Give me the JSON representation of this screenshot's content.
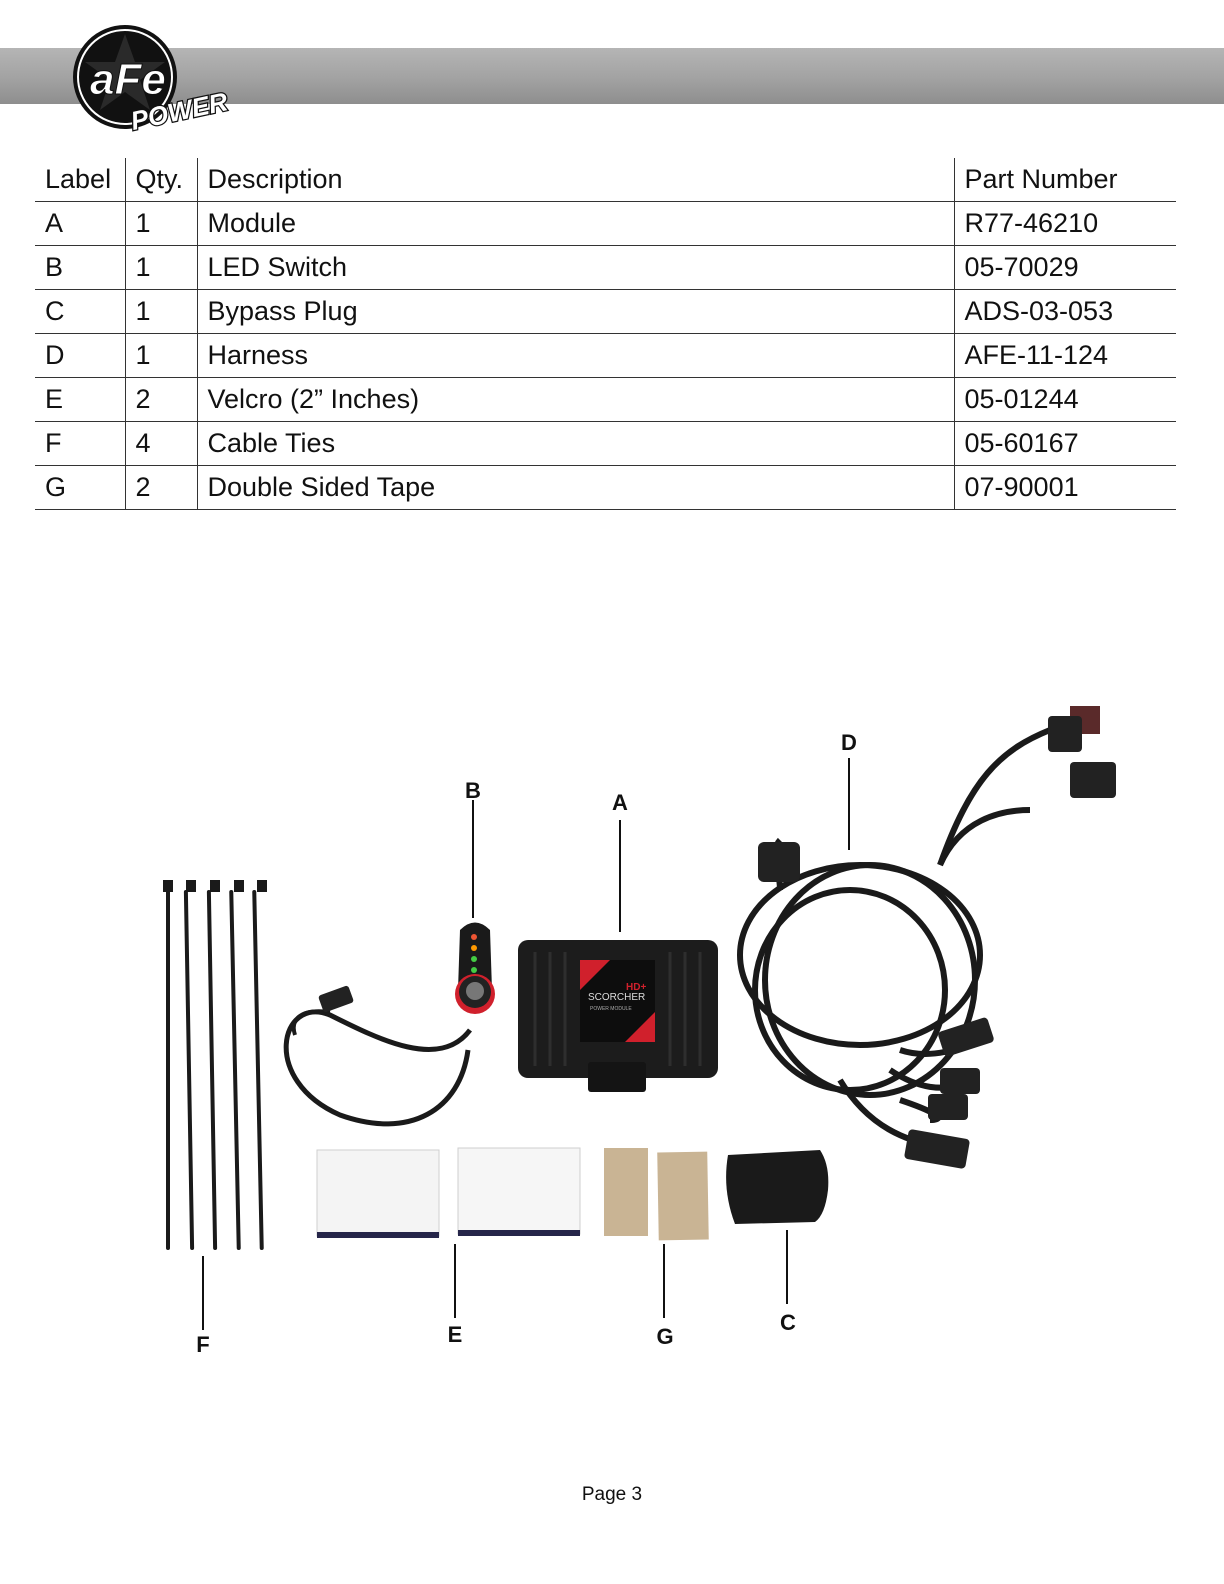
{
  "brand": {
    "logo_text": "aFe",
    "logo_sub": "POWER"
  },
  "table": {
    "headers": [
      "Label",
      "Qty.",
      "Description",
      "Part Number"
    ],
    "rows": [
      {
        "label": "A",
        "qty": "1",
        "description": "Module",
        "part": "R77-46210"
      },
      {
        "label": "B",
        "qty": "1",
        "description": "LED Switch",
        "part": "05-70029"
      },
      {
        "label": "C",
        "qty": "1",
        "description": "Bypass Plug",
        "part": "ADS-03-053"
      },
      {
        "label": "D",
        "qty": "1",
        "description": "Harness",
        "part": "AFE-11-124"
      },
      {
        "label": "E",
        "qty": "2",
        "description": "Velcro (2” Inches)",
        "part": "05-01244"
      },
      {
        "label": "F",
        "qty": "4",
        "description": "Cable Ties",
        "part": "05-60167"
      },
      {
        "label": "G",
        "qty": "2",
        "description": "Double Sided Tape",
        "part": "07-90001"
      }
    ]
  },
  "figure": {
    "callouts": [
      "A",
      "B",
      "C",
      "D",
      "E",
      "F",
      "G"
    ],
    "module_brand": "SCORCHER",
    "module_badge": "HD+",
    "module_sub": "POWER MODULE"
  },
  "footer": {
    "page": "Page 3"
  },
  "colors": {
    "header_bar": "#a2a2a2",
    "module_accent": "#d0202c",
    "tape": "#c9b494"
  }
}
